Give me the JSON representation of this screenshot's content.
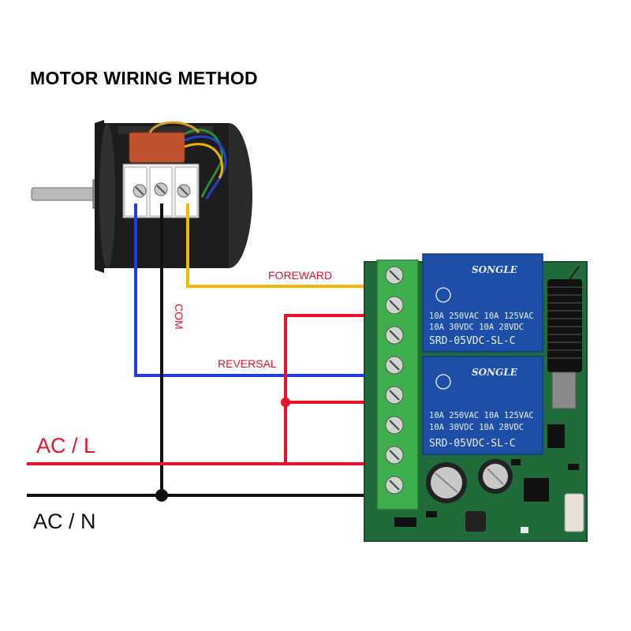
{
  "title": "MOTOR WIRING METHOD",
  "labels": {
    "forward": "FOREWARD",
    "reversal": "REVERSAL",
    "com": "COM",
    "ac_l": "AC / L",
    "ac_n": "AC / N"
  },
  "relay": {
    "brand": "SONGLE",
    "line1": "10A 250VAC  10A 125VAC",
    "line2": "10A 30VDC  10A 28VDC",
    "model": "SRD-05VDC-SL-C"
  },
  "colors": {
    "forward_wire": "#f5b800",
    "reversal_wire": "#1f3fe0",
    "line_wire": "#e8132b",
    "neutral_wire": "#111111",
    "pcb": "#1f6b3a",
    "relay": "#1e4fa8",
    "terminal": "#3fae4f"
  }
}
